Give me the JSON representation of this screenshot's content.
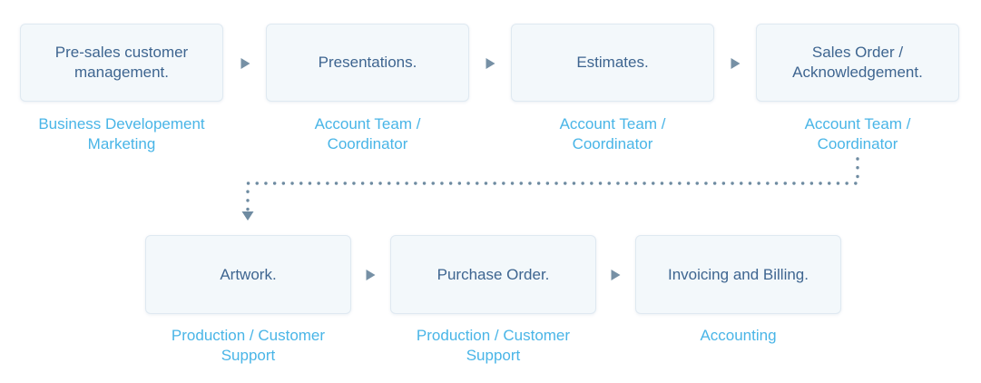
{
  "diagram": {
    "type": "process-flow",
    "top_row": [
      {
        "title": "Pre-sales customer management.",
        "owner": "Business Developement Marketing"
      },
      {
        "title": "Presentations.",
        "owner": "Account Team / Coordinator"
      },
      {
        "title": "Estimates.",
        "owner": "Account Team / Coordinator"
      },
      {
        "title": "Sales Order / Acknowledgement.",
        "owner": "Account Team / Coordinator"
      }
    ],
    "bottom_row": [
      {
        "title": "Artwork.",
        "owner": "Production / Customer Support"
      },
      {
        "title": "Purchase Order.",
        "owner": "Production / Customer Support"
      },
      {
        "title": "Invoicing and Billing.",
        "owner": "Accounting"
      }
    ],
    "connector": {
      "from": "Sales Order / Acknowledgement.",
      "to": "Artwork.",
      "style": "dotted-elbow-down-left-down-arrow"
    },
    "icons": {
      "step_arrow": "right-triangle",
      "connector_arrow": "down-triangle"
    },
    "colors": {
      "box_fill": "#f3f8fb",
      "box_border": "#dfe9f1",
      "title_text": "#3e6590",
      "owner_text": "#49b5e7",
      "arrow": "#7690a5",
      "dots": "#6e8ba1",
      "background": "#ffffff"
    }
  }
}
